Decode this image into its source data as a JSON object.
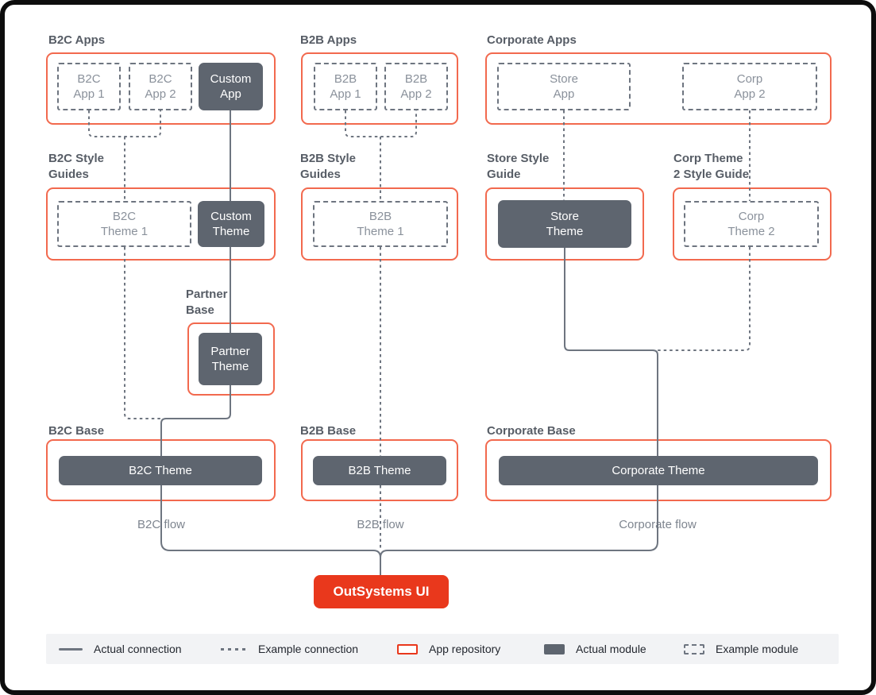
{
  "sections": {
    "b2c_apps": "B2C Apps",
    "b2b_apps": "B2B Apps",
    "corporate_apps": "Corporate Apps",
    "b2c_style_guides": "B2C Style\nGuides",
    "b2b_style_guides": "B2B Style\nGuides",
    "store_style_guide": "Store Style\nGuide",
    "corp_theme_2_style_guide": "Corp Theme\n2 Style Guide",
    "partner_base": "Partner\nBase",
    "b2c_base": "B2C Base",
    "b2b_base": "B2B Base",
    "corporate_base": "Corporate Base"
  },
  "modules": {
    "b2c_app_1": "B2C\nApp 1",
    "b2c_app_2": "B2C\nApp 2",
    "custom_app": "Custom\nApp",
    "b2b_app_1": "B2B\nApp 1",
    "b2b_app_2": "B2B\nApp 2",
    "store_app": "Store\nApp",
    "corp_app_2": "Corp\nApp 2",
    "b2c_theme_1": "B2C\nTheme 1",
    "custom_theme": "Custom\nTheme",
    "b2b_theme_1": "B2B\nTheme 1",
    "store_theme": "Store\nTheme",
    "corp_theme_2": "Corp\nTheme 2",
    "partner_theme": "Partner\nTheme",
    "b2c_theme": "B2C Theme",
    "b2b_theme": "B2B Theme",
    "corporate_theme": "Corporate Theme"
  },
  "flow_labels": {
    "b2c": "B2C flow",
    "b2b": "B2B flow",
    "corporate": "Corporate flow"
  },
  "button": {
    "label": "OutSystems UI"
  },
  "legend": {
    "actual_connection": "Actual connection",
    "example_connection": "Example connection",
    "app_repository": "App repository",
    "actual_module": "Actual module",
    "example_module": "Example module"
  },
  "colors": {
    "repository_border": "#f2694e",
    "actual_module_fill": "#5e656f",
    "connection_line": "#6e7580",
    "example_text": "#8a919b",
    "brand_red": "#e9381c",
    "legend_background": "#f2f3f5"
  }
}
